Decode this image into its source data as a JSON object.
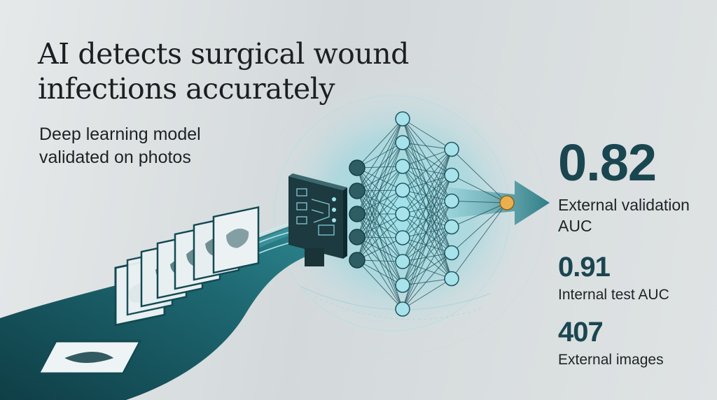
{
  "headline": {
    "title": "AI detects surgical wound infections accurately",
    "subtitle": "Deep learning model validated on photos"
  },
  "stats": [
    {
      "value": "0.82",
      "label": "External validation AUC"
    },
    {
      "value": "0.91",
      "label": "Internal test AUC"
    },
    {
      "value": "407",
      "label": "External images"
    }
  ],
  "network": {
    "layer_sizes": [
      5,
      9,
      6,
      1
    ]
  },
  "colors": {
    "dark_teal": "#17525b",
    "light_teal": "#a8e2ea",
    "output_node": "#e8b04f",
    "glow": "#8fdbe4",
    "text_dark": "#1b1f22",
    "stat_value": "#1a4650"
  },
  "icons": {
    "processing_chip": "chip-icon",
    "wound_photo": "wound-photo-icon"
  }
}
